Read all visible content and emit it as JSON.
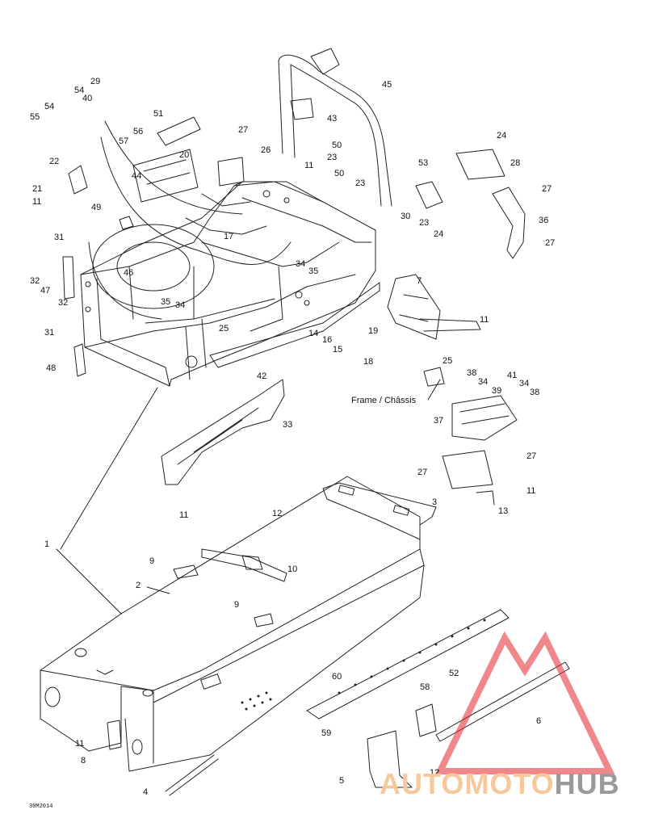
{
  "caption": "Frame / Châssis",
  "drawing_code": "30M2014",
  "watermark": {
    "part1": "AUTOMOTO",
    "part2": "HUB",
    "triangle_color": "#e3262b",
    "text_color": "#f5c99b",
    "hub_color": "#9a9a9a"
  },
  "callouts": [
    {
      "id": "c29",
      "text": "29"
    },
    {
      "id": "c40",
      "text": "40"
    },
    {
      "id": "c54a",
      "text": "54"
    },
    {
      "id": "c54b",
      "text": "54"
    },
    {
      "id": "c55",
      "text": "55"
    },
    {
      "id": "c51",
      "text": "51"
    },
    {
      "id": "c56",
      "text": "56"
    },
    {
      "id": "c57",
      "text": "57"
    },
    {
      "id": "c27a",
      "text": "27"
    },
    {
      "id": "c26",
      "text": "26"
    },
    {
      "id": "c20",
      "text": "20"
    },
    {
      "id": "c44",
      "text": "44"
    },
    {
      "id": "c22",
      "text": "22"
    },
    {
      "id": "c21",
      "text": "21"
    },
    {
      "id": "c11a",
      "text": "11"
    },
    {
      "id": "c49",
      "text": "49"
    },
    {
      "id": "c17",
      "text": "17"
    },
    {
      "id": "c45",
      "text": "45"
    },
    {
      "id": "c43",
      "text": "43"
    },
    {
      "id": "c50a",
      "text": "50"
    },
    {
      "id": "c23a",
      "text": "23"
    },
    {
      "id": "c11b",
      "text": "11"
    },
    {
      "id": "c50b",
      "text": "50"
    },
    {
      "id": "c23b",
      "text": "23"
    },
    {
      "id": "c24a",
      "text": "24"
    },
    {
      "id": "c53",
      "text": "53"
    },
    {
      "id": "c28",
      "text": "28"
    },
    {
      "id": "c27b",
      "text": "27"
    },
    {
      "id": "c30",
      "text": "30"
    },
    {
      "id": "c23c",
      "text": "23"
    },
    {
      "id": "c24b",
      "text": "24"
    },
    {
      "id": "c36",
      "text": "36"
    },
    {
      "id": "c27c",
      "text": "27"
    },
    {
      "id": "c31a",
      "text": "31"
    },
    {
      "id": "c32a",
      "text": "32"
    },
    {
      "id": "c47",
      "text": "47"
    },
    {
      "id": "c32b",
      "text": "32"
    },
    {
      "id": "c46",
      "text": "46"
    },
    {
      "id": "c35a",
      "text": "35"
    },
    {
      "id": "c34a",
      "text": "34"
    },
    {
      "id": "c34b",
      "text": "34"
    },
    {
      "id": "c35b",
      "text": "35"
    },
    {
      "id": "c7",
      "text": "7"
    },
    {
      "id": "c31b",
      "text": "31"
    },
    {
      "id": "c25a",
      "text": "25"
    },
    {
      "id": "c14",
      "text": "14"
    },
    {
      "id": "c16",
      "text": "16"
    },
    {
      "id": "c19",
      "text": "19"
    },
    {
      "id": "c15",
      "text": "15"
    },
    {
      "id": "c11c",
      "text": "11"
    },
    {
      "id": "c18",
      "text": "18"
    },
    {
      "id": "c48",
      "text": "48"
    },
    {
      "id": "c42",
      "text": "42"
    },
    {
      "id": "c25b",
      "text": "25"
    },
    {
      "id": "c38a",
      "text": "38"
    },
    {
      "id": "c34c",
      "text": "34"
    },
    {
      "id": "c39",
      "text": "39"
    },
    {
      "id": "c41",
      "text": "41"
    },
    {
      "id": "c34d",
      "text": "34"
    },
    {
      "id": "c38b",
      "text": "38"
    },
    {
      "id": "c33",
      "text": "33"
    },
    {
      "id": "c37",
      "text": "37"
    },
    {
      "id": "c27d",
      "text": "27"
    },
    {
      "id": "c27e",
      "text": "27"
    },
    {
      "id": "c11d",
      "text": "11"
    },
    {
      "id": "c13",
      "text": "13"
    },
    {
      "id": "c3",
      "text": "3"
    },
    {
      "id": "c11e",
      "text": "11"
    },
    {
      "id": "c12a",
      "text": "12"
    },
    {
      "id": "c1",
      "text": "1"
    },
    {
      "id": "c9a",
      "text": "9"
    },
    {
      "id": "c10",
      "text": "10"
    },
    {
      "id": "c2",
      "text": "2"
    },
    {
      "id": "c9b",
      "text": "9"
    },
    {
      "id": "c52",
      "text": "52"
    },
    {
      "id": "c60",
      "text": "60"
    },
    {
      "id": "c58",
      "text": "58"
    },
    {
      "id": "c6",
      "text": "6"
    },
    {
      "id": "c59",
      "text": "59"
    },
    {
      "id": "c11f",
      "text": "11"
    },
    {
      "id": "c8",
      "text": "8"
    },
    {
      "id": "c5",
      "text": "5"
    },
    {
      "id": "c12b",
      "text": "12"
    },
    {
      "id": "c4",
      "text": "4"
    }
  ]
}
